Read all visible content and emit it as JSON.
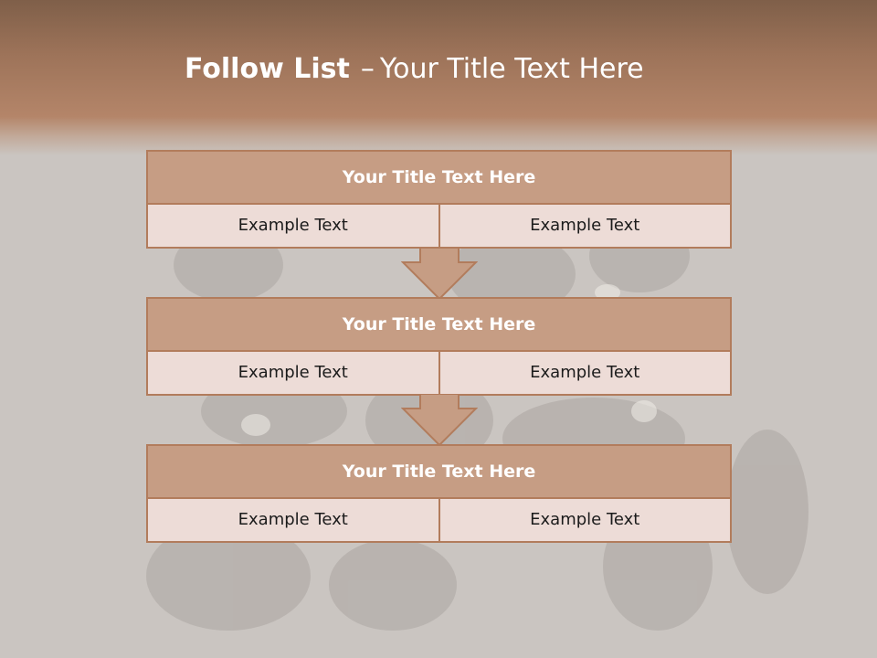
{
  "slide": {
    "title_bold": "Follow List",
    "title_dash": "–",
    "title_rest": "Your Title Text Here",
    "boxes": [
      {
        "title": "Your Title Text Here",
        "left": "Example Text",
        "right": "Example Text"
      },
      {
        "title": "Your Title Text Here",
        "left": "Example Text",
        "right": "Example Text"
      },
      {
        "title": "Your Title Text Here",
        "left": "Example Text",
        "right": "Example Text"
      }
    ]
  },
  "colors": {
    "header_brown": "#9d7359",
    "box_title_fill": "#c69d84",
    "box_body_fill": "#eddcd7",
    "box_border": "#b27c5c",
    "background": "#cac5c1"
  }
}
